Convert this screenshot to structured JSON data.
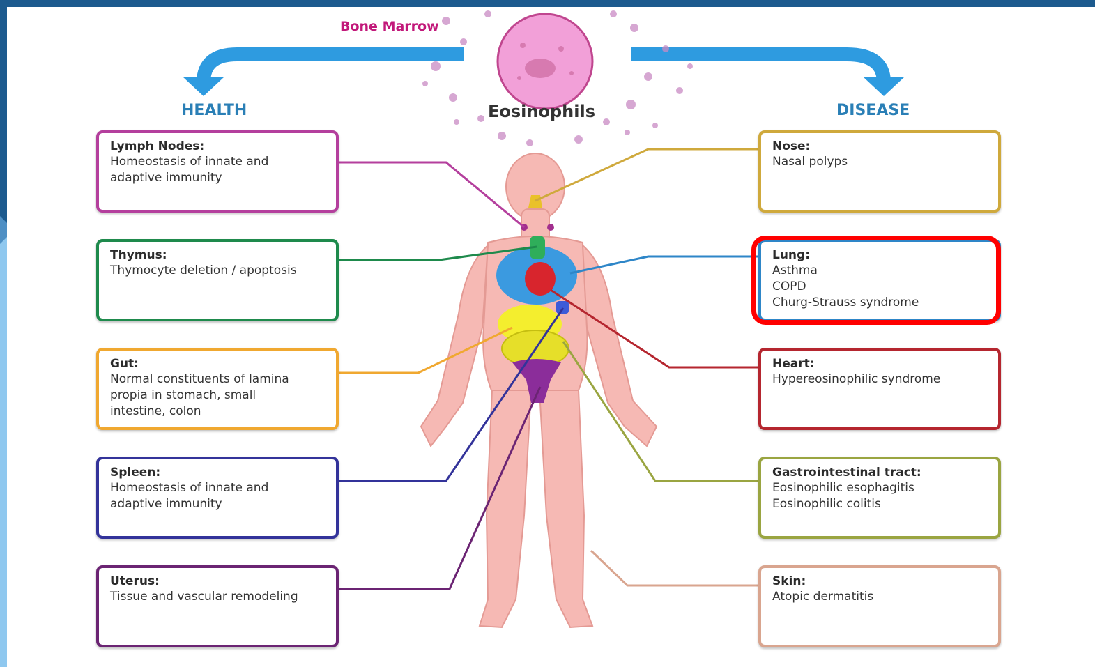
{
  "colors": {
    "lymph": "#b43f9d",
    "thymus": "#1e8a4c",
    "gut": "#f0a830",
    "spleen": "#33339a",
    "uterus": "#6b2473",
    "nose": "#cfa93c",
    "lung": "#2e86c8",
    "heart": "#b5262f",
    "gi": "#9aa541",
    "skin": "#d9a58f",
    "arrow": "#2e9be0",
    "highlight": "#ff0000",
    "body": "#f6b9b4"
  },
  "header": {
    "bone_marrow": "Bone Marrow",
    "center_title": "Eosinophils",
    "health": "HEALTH",
    "disease": "DISEASE"
  },
  "health": [
    {
      "title": "Lymph Nodes:",
      "lines": [
        "Homeostasis of innate and",
        "adaptive immunity"
      ]
    },
    {
      "title": "Thymus:",
      "lines": [
        "Thymocyte deletion / apoptosis"
      ]
    },
    {
      "title": "Gut:",
      "lines": [
        "Normal constituents of lamina",
        "propia in stomach, small",
        "intestine, colon"
      ]
    },
    {
      "title": "Spleen:",
      "lines": [
        "Homeostasis of innate and",
        "adaptive immunity"
      ]
    },
    {
      "title": "Uterus:",
      "lines": [
        "Tissue and vascular remodeling"
      ]
    }
  ],
  "disease": [
    {
      "title": "Nose:",
      "lines": [
        "Nasal polyps"
      ]
    },
    {
      "title": "Lung:",
      "lines": [
        "Asthma",
        "COPD",
        "Churg-Strauss syndrome"
      ]
    },
    {
      "title": "Heart:",
      "lines": [
        "Hypereosinophilic syndrome"
      ]
    },
    {
      "title": "Gastrointestinal tract:",
      "lines": [
        "Eosinophilic esophagitis",
        "Eosinophilic colitis"
      ]
    },
    {
      "title": "Skin:",
      "lines": [
        "Atopic dermatitis"
      ]
    }
  ]
}
